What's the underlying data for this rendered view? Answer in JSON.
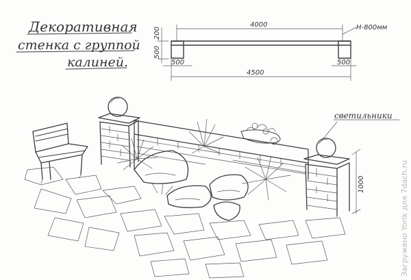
{
  "title": {
    "line1": "Декоративная",
    "line2": "стенка с группой",
    "line3": "калиней."
  },
  "plan_dims": {
    "top_length": "4000",
    "total_length": "4500",
    "left_post": "500",
    "right_post": "500",
    "vert_top": "200",
    "vert_total": "500",
    "height_note": "H-800мм"
  },
  "labels": {
    "lamps": "светильники",
    "post_height": "1000"
  },
  "watermark": "Загружено Yorik для 7dach.ru"
}
